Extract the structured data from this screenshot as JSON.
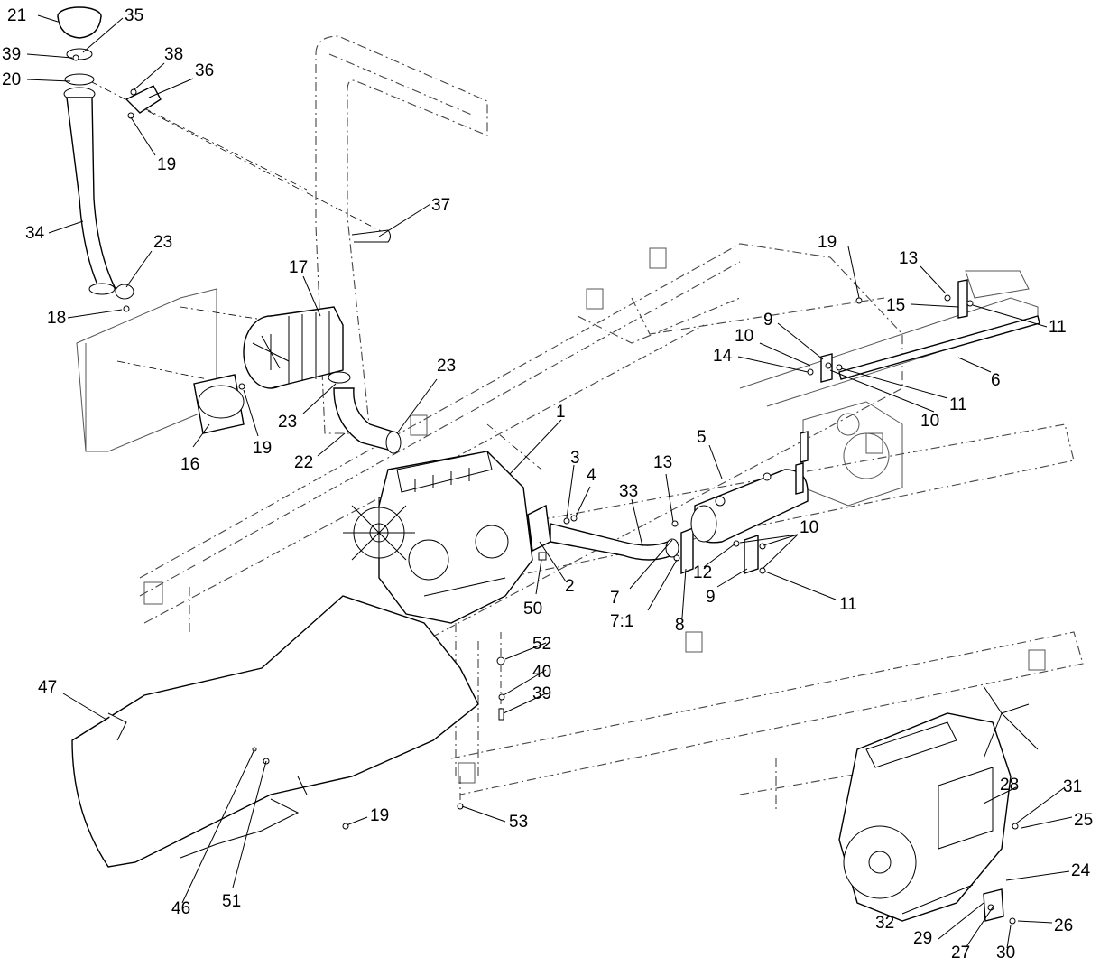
{
  "callouts": {
    "c1": "1",
    "c2": "2",
    "c3": "3",
    "c4": "4",
    "c5": "5",
    "c6": "6",
    "c7": "7",
    "c7_1": "7:1",
    "c8": "8",
    "c9a": "9",
    "c9b": "9",
    "c10a": "10",
    "c10b": "10",
    "c10c": "10",
    "c11a": "11",
    "c11b": "11",
    "c11c": "11",
    "c12": "12",
    "c13a": "13",
    "c13b": "13",
    "c14": "14",
    "c15": "15",
    "c16": "16",
    "c17": "17",
    "c18": "18",
    "c19a": "19",
    "c19b": "19",
    "c19c": "19",
    "c19d": "19",
    "c20": "20",
    "c21": "21",
    "c22": "22",
    "c23a": "23",
    "c23b": "23",
    "c23c": "23",
    "c24": "24",
    "c25": "25",
    "c26": "26",
    "c27": "27",
    "c28": "28",
    "c29": "29",
    "c30": "30",
    "c31": "31",
    "c32": "32",
    "c33": "33",
    "c34": "34",
    "c35": "35",
    "c36": "36",
    "c37": "37",
    "c38": "38",
    "c39a": "39",
    "c39b": "39",
    "c40": "40",
    "c46": "46",
    "c47": "47",
    "c50": "50",
    "c51": "51",
    "c52": "52",
    "c53": "53"
  }
}
